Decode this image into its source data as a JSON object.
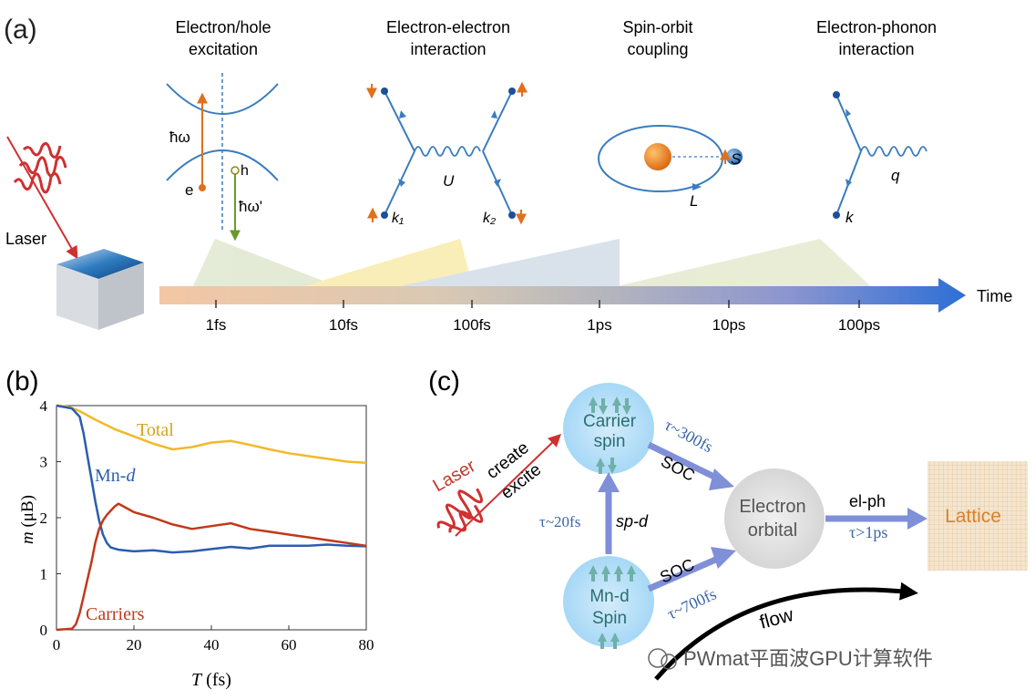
{
  "panel_a": {
    "label": "(a)",
    "processes": [
      {
        "line1": "Electron/hole",
        "line2": "excitation"
      },
      {
        "line1": "Electron-electron",
        "line2": "interaction"
      },
      {
        "line1": "Spin-orbit",
        "line2": "coupling"
      },
      {
        "line1": "Electron-phonon",
        "line2": "interaction"
      }
    ],
    "symbols": {
      "hw": "ħω",
      "hw_prime": "ħω'",
      "electron": "e",
      "hole": "h",
      "U": "U",
      "k1": "k₁",
      "k2": "k₂",
      "S": "S",
      "L": "L",
      "q": "q",
      "k": "k"
    },
    "laser_label": "Laser",
    "time_label": "Time",
    "timescale_ticks": [
      "1fs",
      "10fs",
      "100fs",
      "1ps",
      "10ps",
      "100ps"
    ]
  },
  "panel_b": {
    "label": "(b)"
  },
  "panel_c": {
    "label": "(c)",
    "laser": "Laser",
    "create": "create",
    "excite": "excite",
    "carrier_spin_1": "Carrier",
    "carrier_spin_2": "spin",
    "mnd_1": "Mn-d",
    "mnd_2": "Spin",
    "electron_orbital_1": "Electron",
    "electron_orbital_2": "orbital",
    "lattice": "Lattice",
    "tau_300": "τ~300fs",
    "soc_top": "SOC",
    "tau_20": "τ~20fs",
    "spd": "sp-d",
    "soc_bottom": "SOC",
    "tau_700": "τ~700fs",
    "elph": "el-ph",
    "tau_1ps": "τ>1ps",
    "flow": "flow"
  },
  "watermark": "PWmat平面波GPU计算软件",
  "colors": {
    "total": "#f2b92a",
    "mnd": "#2a5db0",
    "carriers": "#c0391b",
    "diagram_blue": "#3a7cbf",
    "laser_red": "#d03030",
    "arrow_purple": "#7f8fd8",
    "lattice_orange": "#d9822b"
  },
  "chart_data": {
    "type": "line",
    "xlabel": "T (fs)",
    "ylabel": "m (μB)",
    "xlim": [
      0,
      80
    ],
    "ylim": [
      0,
      4
    ],
    "x_ticks": [
      "0",
      "20",
      "40",
      "60",
      "80"
    ],
    "y_ticks": [
      "0",
      "1",
      "2",
      "3",
      "4"
    ],
    "grid": false,
    "series": [
      {
        "name": "Total",
        "color": "#f2b92a",
        "x": [
          0,
          3,
          6,
          10,
          15,
          20,
          25,
          30,
          35,
          40,
          45,
          50,
          55,
          60,
          65,
          70,
          75,
          80
        ],
        "y": [
          4.0,
          3.98,
          3.9,
          3.75,
          3.58,
          3.45,
          3.32,
          3.22,
          3.26,
          3.34,
          3.37,
          3.3,
          3.22,
          3.15,
          3.1,
          3.05,
          3.0,
          2.98
        ]
      },
      {
        "name": "Mn-d",
        "color": "#2a5db0",
        "x": [
          0,
          4,
          6,
          7,
          8,
          9,
          10,
          11,
          12,
          13,
          14,
          16,
          20,
          25,
          30,
          35,
          40,
          45,
          50,
          55,
          60,
          65,
          70,
          75,
          80
        ],
        "y": [
          4.0,
          3.95,
          3.8,
          3.5,
          3.1,
          2.7,
          2.3,
          1.95,
          1.7,
          1.55,
          1.47,
          1.43,
          1.4,
          1.42,
          1.38,
          1.4,
          1.44,
          1.48,
          1.45,
          1.5,
          1.5,
          1.5,
          1.52,
          1.5,
          1.49
        ]
      },
      {
        "name": "Carriers",
        "color": "#c0391b",
        "x": [
          0,
          4,
          5,
          6,
          7,
          8,
          9,
          10,
          11,
          12,
          13,
          15,
          16,
          20,
          25,
          30,
          35,
          40,
          45,
          50,
          55,
          60,
          65,
          70,
          75,
          80
        ],
        "y": [
          0.0,
          0.02,
          0.1,
          0.3,
          0.6,
          0.9,
          1.2,
          1.55,
          1.8,
          1.95,
          2.05,
          2.2,
          2.25,
          2.1,
          2.0,
          1.88,
          1.8,
          1.85,
          1.9,
          1.8,
          1.75,
          1.7,
          1.65,
          1.6,
          1.55,
          1.5
        ]
      }
    ]
  }
}
